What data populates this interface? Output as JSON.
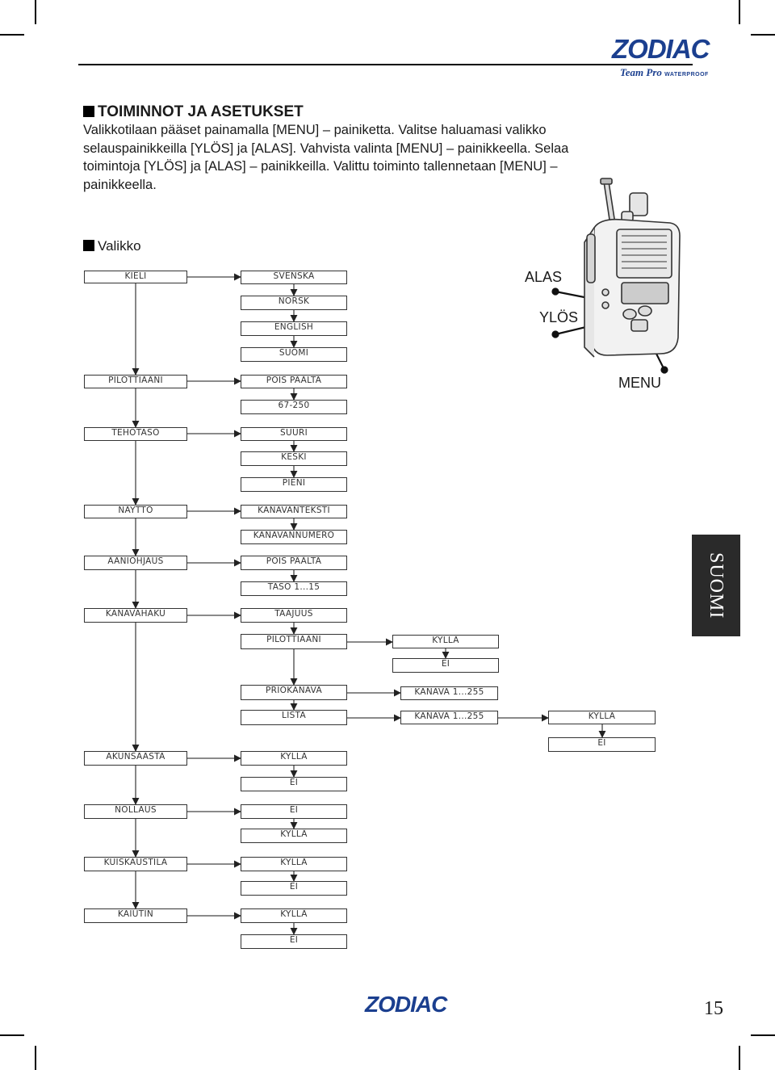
{
  "header": {
    "brand": "ZODIAC",
    "tagline": "Team Pro",
    "tagline_suffix": "WATERPROOF"
  },
  "section": {
    "title": "TOIMINNOT JA ASETUKSET",
    "intro_lines": [
      "Valikkotilaan pääset painamalla [MENU] – painiketta. Valitse haluamasi valikko",
      "selauspainikkeilla [YLÖS] ja [ALAS]. Vahvista valinta [MENU] – painikkeella. Selaa",
      "toimintoja [YLÖS] ja [ALAS] – painikkeilla. Valittu toiminto tallennetaan [MENU] –",
      "painikkeella."
    ]
  },
  "menu_title": "Valikko",
  "radio_labels": {
    "down": "ALAS",
    "up": "YLÖS",
    "menu": "MENU"
  },
  "diagram": {
    "main": [
      "KIELI",
      "PILOTTIÄÄNI",
      "TEHOTASO",
      "NÄYTTÖ",
      "ÄÄNIOHJAUS",
      "KANAVAHAKU",
      "AKUNSÄÄSTÄ",
      "NOLLAUS",
      "KUISKAUSTILA",
      "KAIUTIN"
    ],
    "language": [
      "SVENSKA",
      "NORSK",
      "ENGLISH",
      "SUOMI"
    ],
    "pilot": [
      "POIS PÄÄLTÄ",
      "67-250"
    ],
    "power": [
      "SUURI",
      "KESKI",
      "PIENI"
    ],
    "display": [
      "KANAVANTEKSTI",
      "KANAVANNUMERO"
    ],
    "squelch": [
      "POIS PÄÄLTÄ",
      "TASO 1...15"
    ],
    "scan": [
      "TAAJUUS",
      "PILOTTIÄÄNI",
      "PRIOKANAVA",
      "LISTA"
    ],
    "scan_pilot": [
      "KYLLÄ",
      "EI"
    ],
    "scan_prio": [
      "KANAVA 1...255"
    ],
    "scan_list": [
      "KANAVA 1...255"
    ],
    "scan_list_sub": [
      "KYLLÄ",
      "EI"
    ],
    "battery": [
      "KYLLÄ",
      "EI"
    ],
    "reset": [
      "EI",
      "KYLLÄ"
    ],
    "whisper": [
      "KYLLÄ",
      "EI"
    ],
    "speaker": [
      "KYLLÄ",
      "EI"
    ]
  },
  "side_tab": "SUOMI",
  "footer": {
    "logo": "ZODIAC",
    "page_number": "15"
  }
}
